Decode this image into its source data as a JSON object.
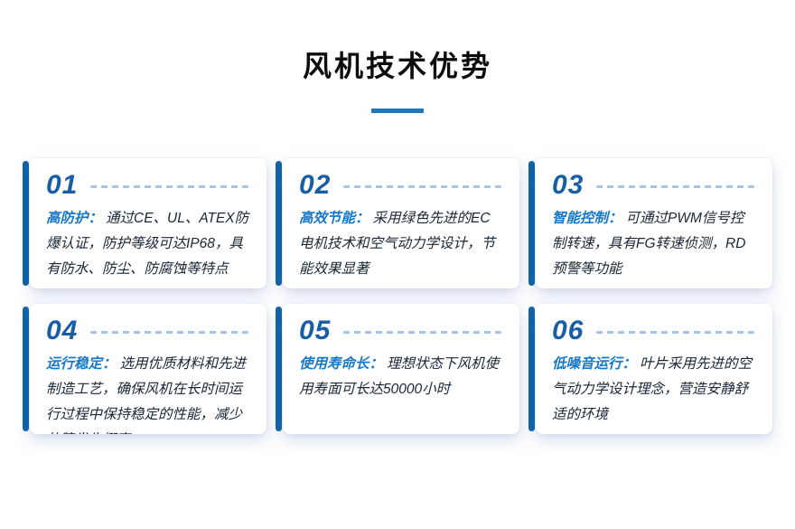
{
  "page": {
    "title": "风机技术优势"
  },
  "colors": {
    "accent": "#1878be",
    "bar": "#1261a5",
    "number": "#185ea6",
    "label": "#1878c8",
    "dash": "#a5c6e5",
    "text": "#182635"
  },
  "cards": [
    {
      "number": "01",
      "label": "高防护：",
      "description": "通过CE、UL、ATEX防爆认证，防护等级可达IP68，具有防水、防尘、防腐蚀等特点"
    },
    {
      "number": "02",
      "label": "高效节能：",
      "description": "采用绿色先进的EC电机技术和空气动力学设计，节能效果显著"
    },
    {
      "number": "03",
      "label": "智能控制：",
      "description": "可通过PWM信号控制转速，具有FG转速侦测，RD预警等功能"
    },
    {
      "number": "04",
      "label": "运行稳定：",
      "description": "选用优质材料和先进制造工艺，确保风机在长时间运行过程中保持稳定的性能，减少故障发生概率"
    },
    {
      "number": "05",
      "label": "使用寿命长：",
      "description": "理想状态下风机使用寿面可长达50000小时"
    },
    {
      "number": "06",
      "label": "低噪音运行：",
      "description": "叶片采用先进的空气动力学设计理念，营造安静舒适的环境"
    }
  ]
}
